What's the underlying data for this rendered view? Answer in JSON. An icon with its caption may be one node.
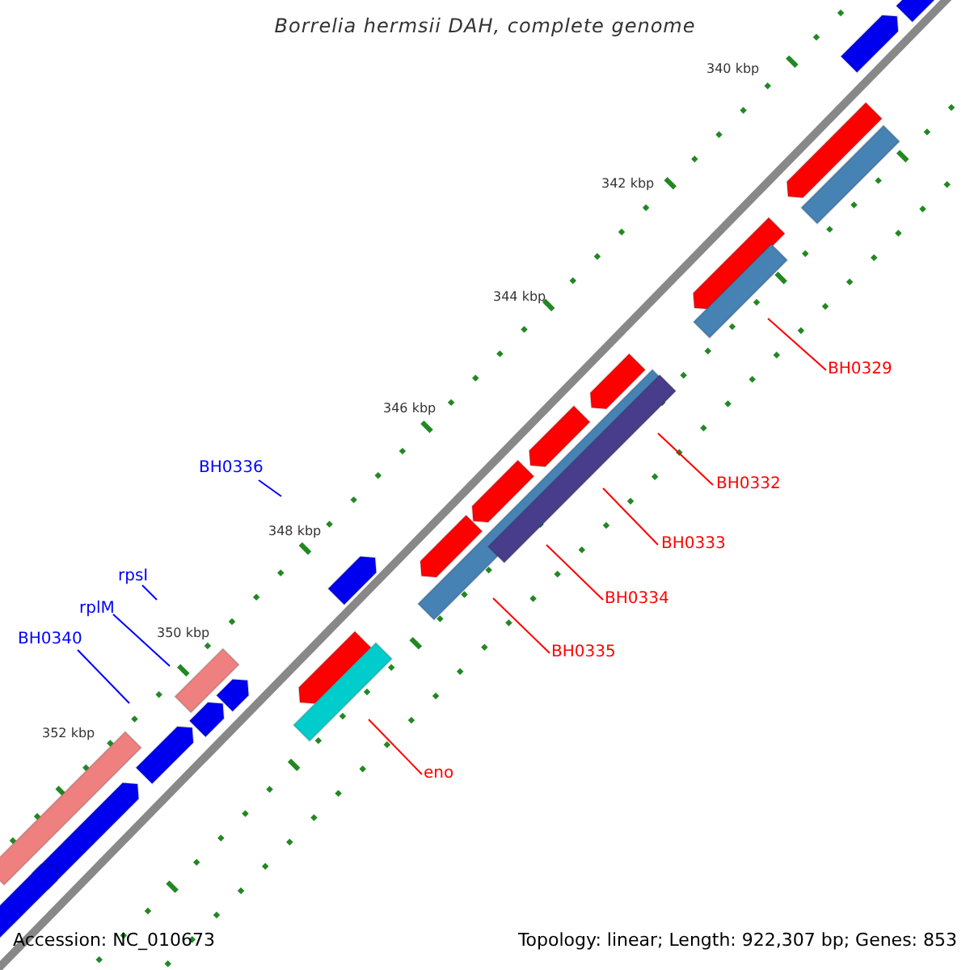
{
  "diagram": {
    "title": "Borrelia hermsii DAH, complete genome",
    "nodes": [
      {
        "text": [
          "BH0336"
        ]
      },
      {
        "text": [
          "rpsI"
        ]
      },
      {
        "text": [
          "rplM"
        ]
      },
      {
        "text": [
          "BH0340"
        ]
      },
      {
        "text": [
          "BH0329"
        ]
      },
      {
        "text": [
          "BH0332"
        ]
      },
      {
        "text": [
          "BH0333"
        ]
      },
      {
        "text": [
          "BH0334"
        ]
      },
      {
        "text": [
          "BH0335"
        ]
      },
      {
        "text": [
          "eno"
        ]
      }
    ],
    "edges": [
      {
        "from": 0,
        "to": null,
        "arrow": "none",
        "color": "#0000ff"
      },
      {
        "from": 1,
        "to": null,
        "arrow": "none",
        "color": "#0000ff"
      },
      {
        "from": 2,
        "to": null,
        "arrow": "none",
        "color": "#0000ff"
      },
      {
        "from": 3,
        "to": null,
        "arrow": "none",
        "color": "#0000ff"
      },
      {
        "from": 4,
        "to": null,
        "arrow": "none",
        "color": "#ff0000"
      },
      {
        "from": 5,
        "to": null,
        "arrow": "none",
        "color": "#ff0000"
      },
      {
        "from": 6,
        "to": null,
        "arrow": "none",
        "color": "#ff0000"
      },
      {
        "from": 7,
        "to": null,
        "arrow": "none",
        "color": "#ff0000"
      },
      {
        "from": 8,
        "to": null,
        "arrow": "none",
        "color": "#ff0000"
      },
      {
        "from": 9,
        "to": null,
        "arrow": "none",
        "color": "#ff0000"
      }
    ],
    "labels": [
      "340 kbp",
      "342 kbp",
      "344 kbp",
      "346 kbp",
      "348 kbp",
      "350 kbp",
      "352 kbp",
      "Accession: NC_010673",
      "Topology: linear; Length: 922,307 bp; Genes: 853"
    ]
  }
}
